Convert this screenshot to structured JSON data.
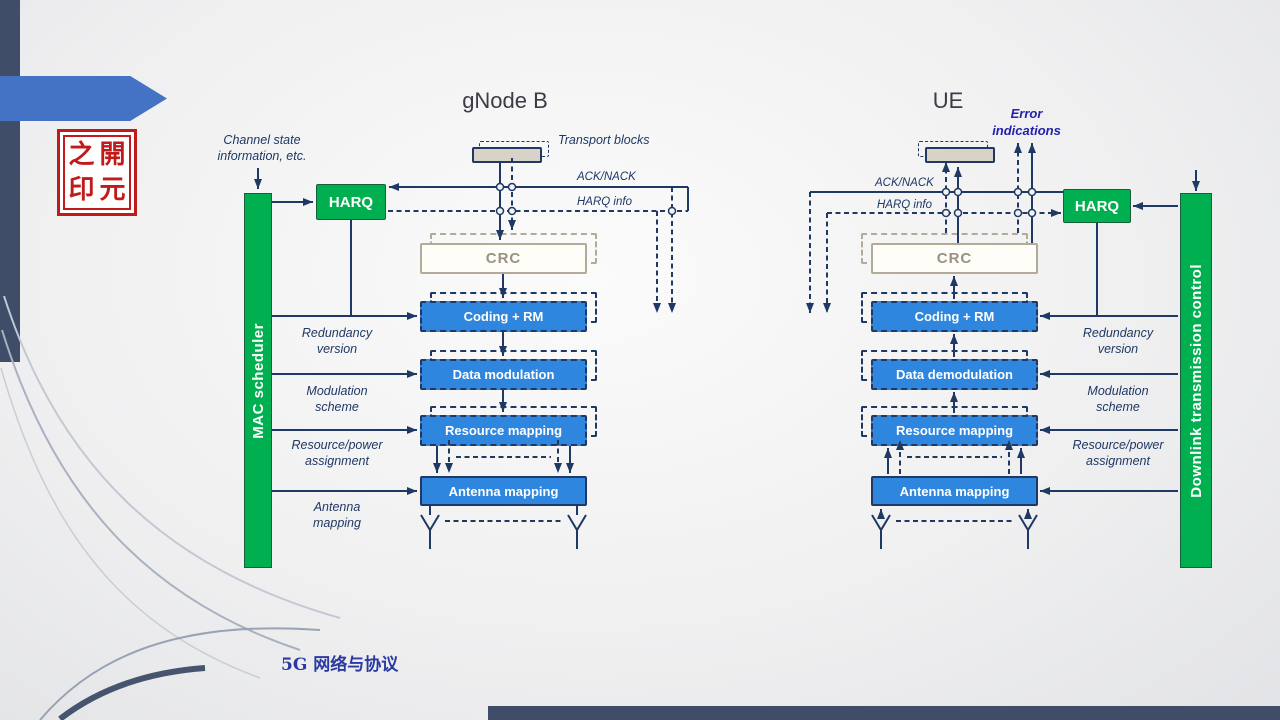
{
  "colors": {
    "green": "#00B050",
    "blue": "#2E86DE",
    "navy": "#1F3864",
    "slate": "#3F4D68",
    "accent": "#4472C4",
    "seal_red": "#C11A1A",
    "error_blue": "#2222AA",
    "tan": "#b4aa99"
  },
  "slide": {
    "footer_text": "5G 网络与协议",
    "seal_chars": [
      "之",
      "開",
      "印",
      "元"
    ]
  },
  "gnb": {
    "title": "gNode B",
    "channel_state_label": "Channel state information, etc.",
    "transport_blocks_label": "Transport blocks",
    "ack_nack_label": "ACK/NACK",
    "harq_info_label": "HARQ info",
    "harq_label": "HARQ",
    "mac_scheduler_label": "MAC scheduler",
    "crc_label": "CRC",
    "chain": [
      "Coding + RM",
      "Data modulation",
      "Resource mapping",
      "Antenna mapping"
    ],
    "control_labels": [
      "Redundancy version",
      "Modulation scheme",
      "Resource/power assignment",
      "Antenna mapping"
    ]
  },
  "ue": {
    "title": "UE",
    "error_indications_label": "Error indications",
    "ack_nack_label": "ACK/NACK",
    "harq_info_label": "HARQ info",
    "harq_label": "HARQ",
    "downlink_control_label": "Downlink transmission control",
    "crc_label": "CRC",
    "chain": [
      "Coding + RM",
      "Data demodulation",
      "Resource mapping",
      "Antenna mapping"
    ],
    "control_labels": [
      "Redundancy version",
      "Modulation scheme",
      "Resource/power assignment"
    ]
  }
}
